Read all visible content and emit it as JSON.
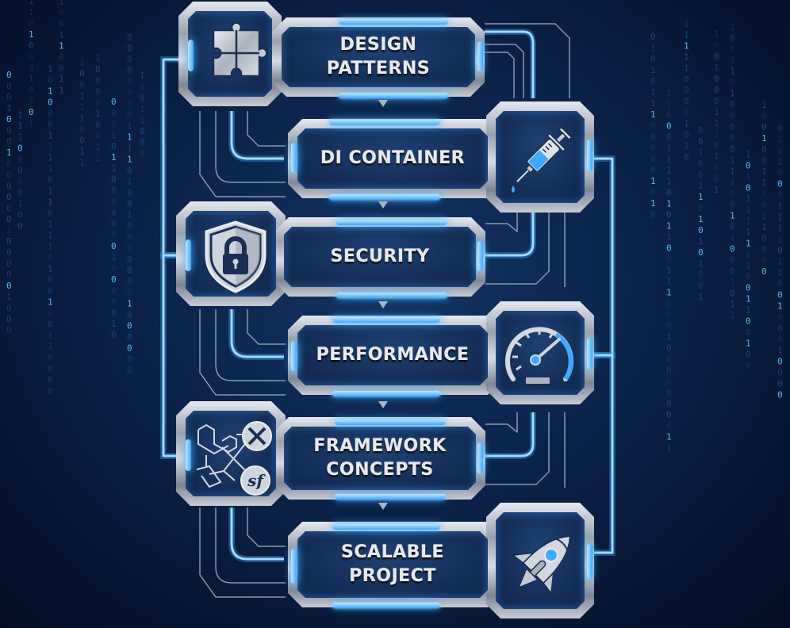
{
  "diagram": {
    "title": "",
    "steps": [
      {
        "id": "design-patterns",
        "label": "DESIGN\nPATTERNS",
        "icon": "puzzle-icon",
        "icon_side": "left"
      },
      {
        "id": "di-container",
        "label": "DI CONTAINER",
        "icon": "syringe-icon",
        "icon_side": "right"
      },
      {
        "id": "security",
        "label": "SECURITY",
        "icon": "shield-lock-icon",
        "icon_side": "left"
      },
      {
        "id": "performance",
        "label": "PERFORMANCE",
        "icon": "speedometer-icon",
        "icon_side": "right"
      },
      {
        "id": "framework-concepts",
        "label": "FRAMEWORK\nCONCEPTS",
        "icon": "framework-logos-icon",
        "icon_side": "left"
      },
      {
        "id": "scalable-project",
        "label": "SCALABLE\nPROJECT",
        "icon": "rocket-icon",
        "icon_side": "right"
      }
    ],
    "flow": "top-to-bottom",
    "connectors": "circuit-traces"
  },
  "colors": {
    "background": "#0b2349",
    "accent_glow": "#3fa8ff",
    "frame_metal": "#c7ccd4",
    "panel_fill": "#142f58",
    "label_text": "#e6eaf0"
  }
}
